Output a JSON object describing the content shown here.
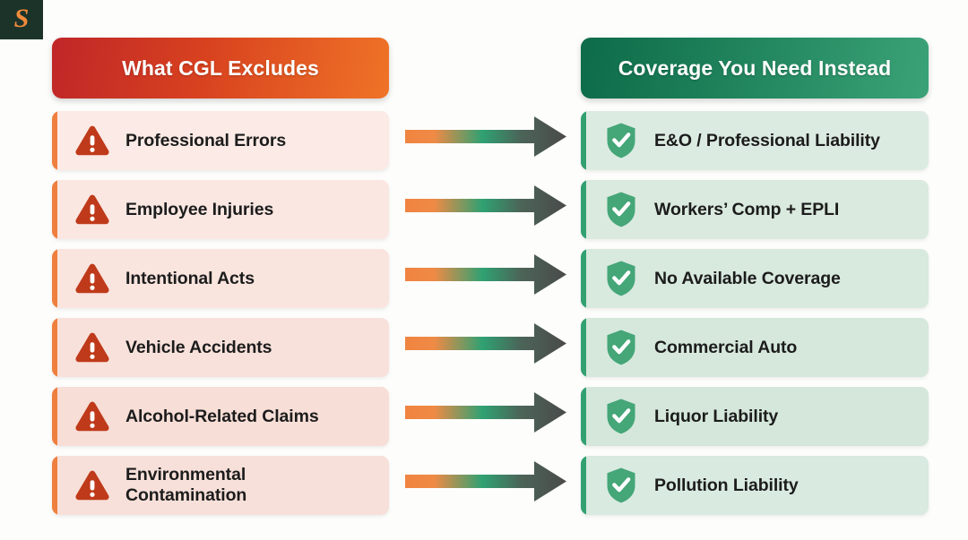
{
  "brand": {
    "logo_letter": "S",
    "logo_bg": "#1c3329",
    "logo_fg": "#f08a3c"
  },
  "colors": {
    "left_header_start": "#c02628",
    "left_header_end": "#ef7327",
    "right_header_start": "#0d6b49",
    "right_header_end": "#3ba277",
    "left_accent": "#ef7f3e",
    "right_accent": "#33a071",
    "warning_icon": "#bf3a1a",
    "shield_icon": "#45a678",
    "arrow_start": "#f08441",
    "arrow_mid": "#2fa172",
    "arrow_end": "#4a4a4a"
  },
  "left": {
    "header": "What CGL Excludes",
    "icon": "warning-triangle-icon",
    "items": [
      {
        "label": "Professional Errors"
      },
      {
        "label": "Employee Injuries"
      },
      {
        "label": "Intentional Acts"
      },
      {
        "label": "Vehicle Accidents"
      },
      {
        "label": "Alcohol-Related Claims"
      },
      {
        "label": "Environmental",
        "label2": "Contamination"
      }
    ]
  },
  "right": {
    "header": "Coverage You Need Instead",
    "icon": "shield-check-icon",
    "items": [
      {
        "label": "E&O / Professional Liability"
      },
      {
        "label": "Workers’ Comp + EPLI"
      },
      {
        "label": "No Available Coverage"
      },
      {
        "label": "Commercial Auto"
      },
      {
        "label": "Liquor Liability"
      },
      {
        "label": "Pollution Liability"
      }
    ]
  },
  "arrows": {
    "count": 6,
    "direction": "right"
  }
}
